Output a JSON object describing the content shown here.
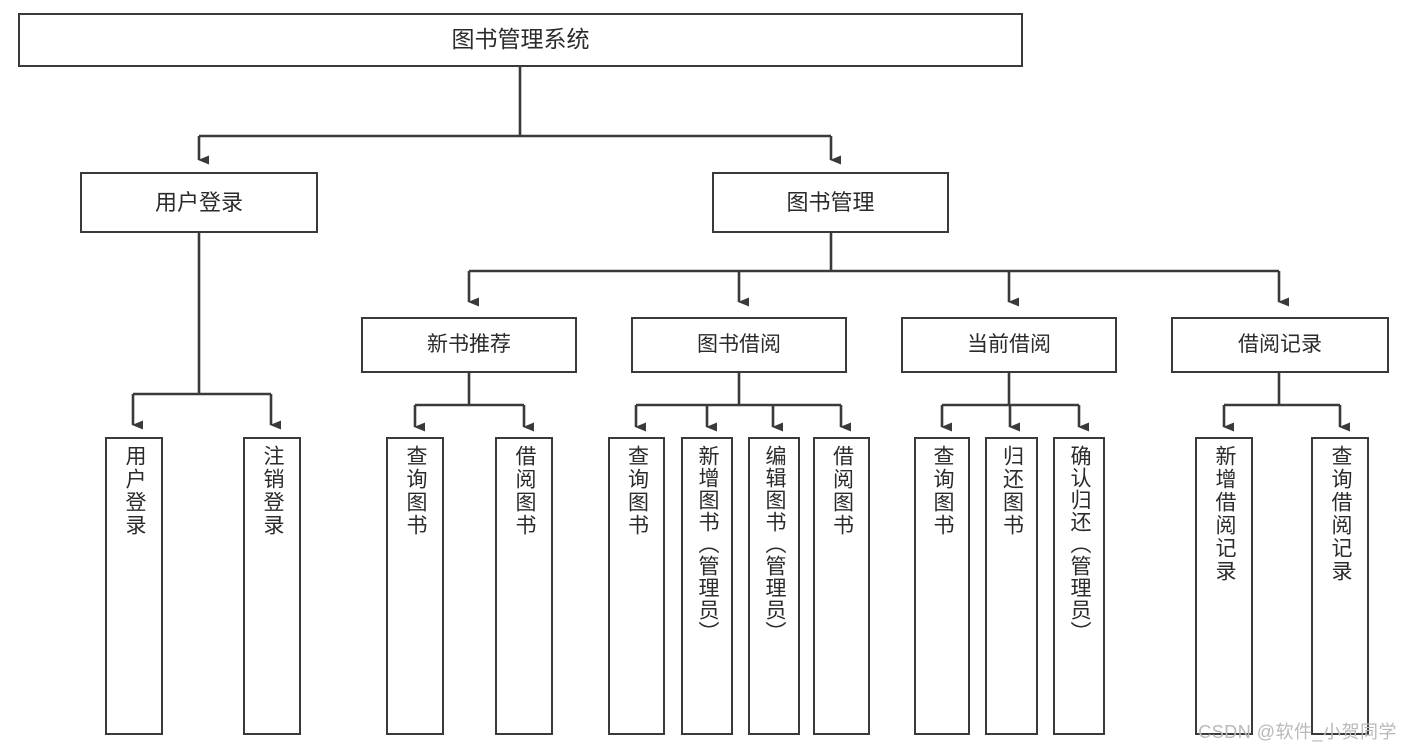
{
  "diagram": {
    "title": "图书管理系统",
    "type": "tree",
    "watermark": "CSDN @软件_小贺同学",
    "colors": {
      "border": "#3a3a3a",
      "text": "#2b2b2b",
      "background": "#ffffff",
      "watermark": "#b9b9b9"
    },
    "root": {
      "label": "图书管理系统"
    },
    "level1": [
      {
        "label": "用户登录"
      },
      {
        "label": "图书管理"
      }
    ],
    "level2": [
      {
        "label": "新书推荐"
      },
      {
        "label": "图书借阅"
      },
      {
        "label": "当前借阅"
      },
      {
        "label": "借阅记录"
      }
    ],
    "leaves": {
      "user_login": [
        {
          "label": "用户登录"
        },
        {
          "label": "注销登录"
        }
      ],
      "new_book_recommend": [
        {
          "label": "查询图书"
        },
        {
          "label": "借阅图书"
        }
      ],
      "book_borrow": [
        {
          "label": "查询图书"
        },
        {
          "label": "新增图书（管理员）"
        },
        {
          "label": "编辑图书（管理员）"
        },
        {
          "label": "借阅图书"
        }
      ],
      "current_borrow": [
        {
          "label": "查询图书"
        },
        {
          "label": "归还图书"
        },
        {
          "label": "确认归还（管理员）"
        }
      ],
      "borrow_record": [
        {
          "label": "新增借阅记录"
        },
        {
          "label": "查询借阅记录"
        }
      ]
    }
  }
}
